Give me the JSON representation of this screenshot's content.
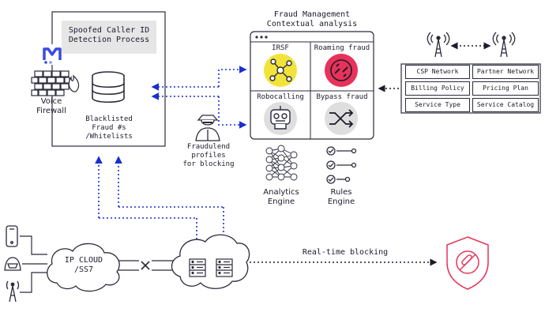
{
  "detection": {
    "title": "Spoofed Caller ID\nDetection Process",
    "voice_firewall": "Voice\nFirewall",
    "database_label": "Blacklisted\nFraud #s\n/Whitelists"
  },
  "fraud_management": {
    "title": "Fraud Management\nContextual analysis",
    "tiles": [
      {
        "label": "IRSF",
        "icon": "network-nodes-icon",
        "color": "#f2e33a"
      },
      {
        "label": "Roaming fraud",
        "icon": "broken-link-icon",
        "color": "#e8325a"
      },
      {
        "label": "Robocalling",
        "icon": "robot-icon",
        "color": "#dedede"
      },
      {
        "label": "Bypass fraud",
        "icon": "shuffle-arrows-icon",
        "color": "#dedede"
      }
    ]
  },
  "profiles": {
    "label": "Fraudulend\nprofiles\nfor blocking"
  },
  "engines": {
    "analytics": "Analytics\nEngine",
    "rules": "Rules\nEngine"
  },
  "network_panel": {
    "cells": [
      "CSP Network",
      "Partner Network",
      "Billing Policy",
      "Pricing Plan",
      "Service Type",
      "Service Catalog"
    ]
  },
  "bottom": {
    "ip_cloud": "IP CLOUD\n/SS7",
    "realtime": "Real-time blocking"
  },
  "colors": {
    "arrow_blue": "#1a2fd0",
    "alert_red": "#e8325a",
    "line": "#2b2b3b"
  }
}
